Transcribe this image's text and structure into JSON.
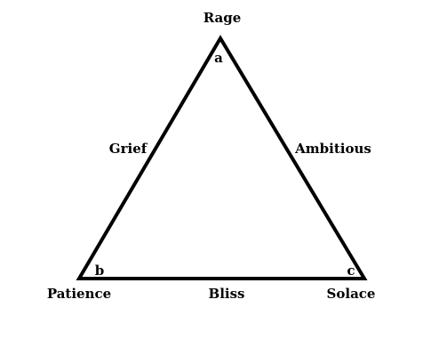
{
  "vertices": {
    "top": {
      "name": "Rage",
      "corner_letter": "a"
    },
    "bottom_left": {
      "name": "Patience",
      "corner_letter": "b"
    },
    "bottom_right": {
      "name": "Solace",
      "corner_letter": "c"
    }
  },
  "edges": {
    "left": "Grief",
    "right": "Ambitious",
    "bottom": "Bliss"
  },
  "colors": {
    "line": "#000000",
    "text": "#000000",
    "background": "#ffffff"
  }
}
